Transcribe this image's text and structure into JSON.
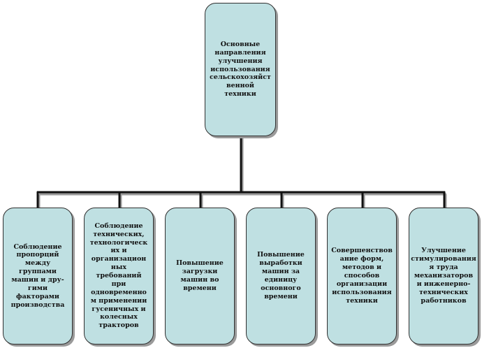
{
  "root": {
    "text": "Основные\nнаправления\nулучшения\nиспользования\nсельскохозяйст\nвенной\nтехники"
  },
  "children": [
    {
      "text": "Соблюдение\nпропорций\nмежду\nгруппами\nмашин и дру-\nгими\nфакторами\nпроизводства"
    },
    {
      "text": "Соблюдение\nтехнических,\nтехнологическ\nих и\nорганизацион\nных требований\nпри\nодновременно\nм применении\nгусеничных и\nколесных\nтракторов"
    },
    {
      "text": "Повышение\nзагрузки\nмашин во\nвремени"
    },
    {
      "text": "Повышение\nвыработки\nмашин за\nединицу\nосновного\nвремени"
    },
    {
      "text": "Совершенствов\nание форм,\nметодов и\nспособов\nорганизации\nиспользования\nтехники"
    },
    {
      "text": "Улучшение\nстимулирования\nя труда\nмеханизаторов\nи инженерно-\nтехнических\nработников"
    }
  ]
}
